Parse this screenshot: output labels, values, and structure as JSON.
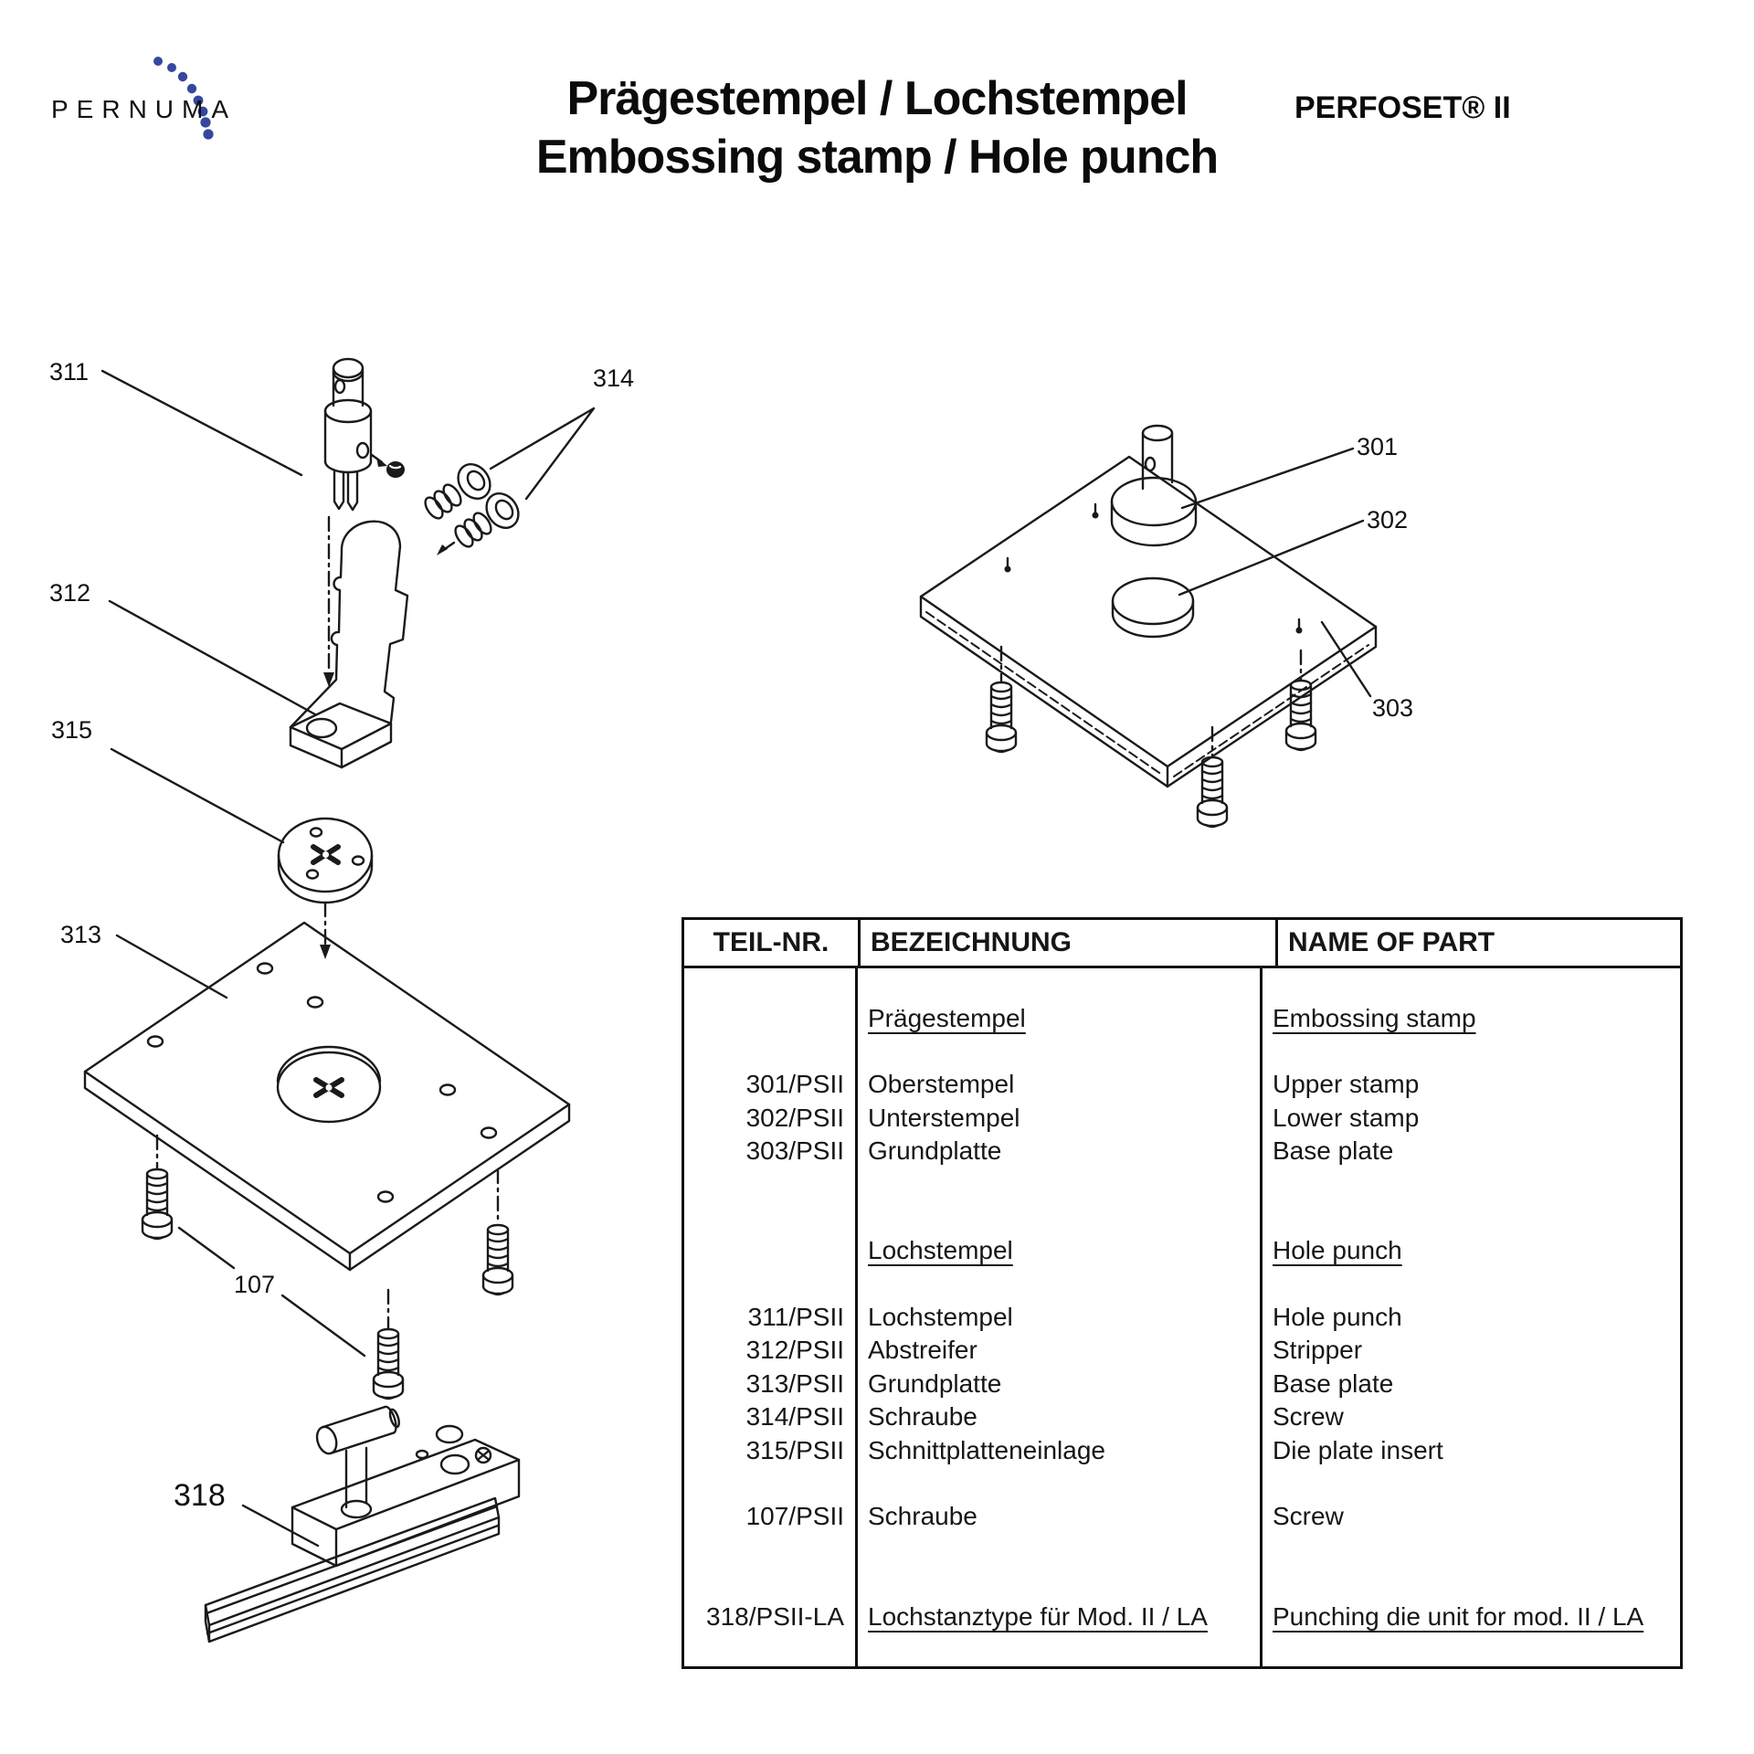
{
  "header": {
    "logo_text": "PERNUMA",
    "title_de": "Prägestempel / Lochstempel",
    "title_en": "Embossing stamp / Hole punch",
    "product": "PERFOSET® II"
  },
  "colors": {
    "ink": "#1a1a1a",
    "logo_dot_blue": "#36479e"
  },
  "diagram": {
    "labels": {
      "n311": "311",
      "n314": "314",
      "n312": "312",
      "n315": "315",
      "n313": "313",
      "n107": "107",
      "n318": "318",
      "n301": "301",
      "n302": "302",
      "n303": "303"
    }
  },
  "table": {
    "headers": {
      "c1": "TEIL-NR.",
      "c2": "BEZEICHNUNG",
      "c3": "NAME OF PART"
    },
    "rows": [
      {
        "c1": "",
        "c2": "",
        "c3": ""
      },
      {
        "c1": "",
        "c2": "Prägestempel",
        "c3": "Embossing stamp"
      },
      {
        "c1": "",
        "c2": "",
        "c3": ""
      },
      {
        "c1": "301/PSII",
        "c2": "Oberstempel",
        "c3": "Upper stamp"
      },
      {
        "c1": "302/PSII",
        "c2": "Unterstempel",
        "c3": "Lower stamp"
      },
      {
        "c1": "303/PSII",
        "c2": "Grundplatte",
        "c3": "Base plate"
      },
      {
        "c1": "",
        "c2": "",
        "c3": ""
      },
      {
        "c1": "",
        "c2": "",
        "c3": ""
      },
      {
        "c1": "",
        "c2": "Lochstempel",
        "c3": "Hole punch"
      },
      {
        "c1": "",
        "c2": "",
        "c3": ""
      },
      {
        "c1": "311/PSII",
        "c2": "Lochstempel",
        "c3": "Hole punch"
      },
      {
        "c1": "312/PSII",
        "c2": "Abstreifer",
        "c3": "Stripper"
      },
      {
        "c1": "313/PSII",
        "c2": "Grundplatte",
        "c3": "Base plate"
      },
      {
        "c1": "314/PSII",
        "c2": "Schraube",
        "c3": "Screw"
      },
      {
        "c1": "315/PSII",
        "c2": "Schnittplatteneinlage",
        "c3": "Die plate insert"
      },
      {
        "c1": "",
        "c2": "",
        "c3": ""
      },
      {
        "c1": "107/PSII",
        "c2": "Schraube",
        "c3": "Screw"
      },
      {
        "c1": "",
        "c2": "",
        "c3": ""
      },
      {
        "c1": "",
        "c2": "",
        "c3": ""
      },
      {
        "c1": "318/PSII-LA",
        "c2": "Lochstanztype für Mod. II / LA",
        "c3": "Punching die unit for mod. II / LA"
      },
      {
        "c1": "",
        "c2": "",
        "c3": ""
      }
    ]
  }
}
